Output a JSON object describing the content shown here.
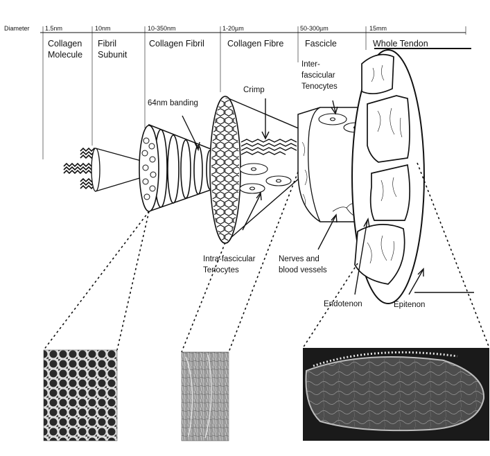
{
  "header": {
    "diameter_label": "Diameter",
    "levels": [
      {
        "diameter": "1.5nm",
        "name": [
          "Collagen",
          "Molecule"
        ]
      },
      {
        "diameter": "10nm",
        "name": [
          "Fibril",
          "Subunit"
        ]
      },
      {
        "diameter": "10-350nm",
        "name": [
          "Collagen Fibril"
        ]
      },
      {
        "diameter": "1-20µm",
        "name": [
          "Collagen Fibre"
        ]
      },
      {
        "diameter": "50-300µm",
        "name": [
          "Fascicle"
        ]
      },
      {
        "diameter": "15mm",
        "name": [
          "Whole Tendon"
        ]
      }
    ]
  },
  "annotations": {
    "crimp": "Crimp",
    "banding": "64nm banding",
    "inter_fascicular": [
      "Inter-",
      "fascicular",
      "Tenocytes"
    ],
    "intra_fascicular": [
      "Intra-fascicular",
      "Tenocytes"
    ],
    "nerves": [
      "Nerves and",
      "blood vessels"
    ],
    "endotenon": "Endotenon",
    "epitenon": "Epitenon"
  },
  "micrographs": [
    {
      "icon": "fibril-cross-section-micrograph"
    },
    {
      "icon": "fibre-micrograph"
    },
    {
      "icon": "tendon-cross-section-micrograph"
    }
  ],
  "colors": {
    "ink": "#111111",
    "background": "#ffffff"
  }
}
